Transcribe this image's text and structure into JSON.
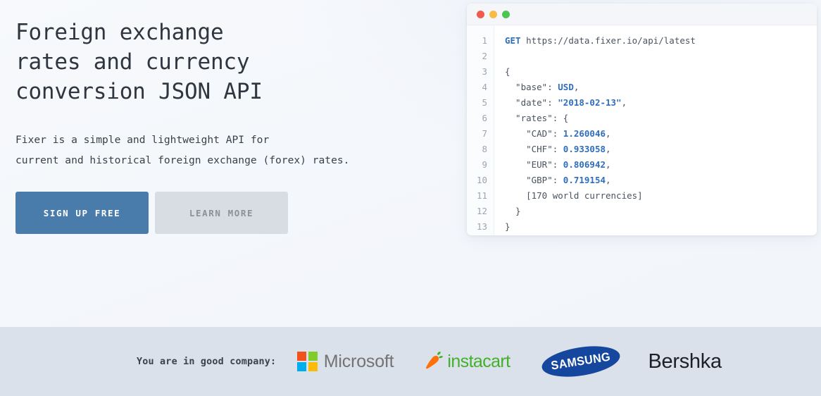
{
  "hero": {
    "headline_lines": [
      "Foreign exchange",
      "rates and currency",
      "conversion JSON API"
    ],
    "subhead_lines": [
      "Fixer is a simple and lightweight API for",
      "current and historical foreign exchange (forex) rates."
    ],
    "primary_cta": "SIGN UP FREE",
    "secondary_cta": "LEARN MORE",
    "colors": {
      "background": "#f4f7fb",
      "headline": "#2f3640",
      "primary_button": "#4a7cab",
      "secondary_button": "#d8dde4",
      "secondary_button_text": "#8b919b"
    }
  },
  "code_window": {
    "traffic_lights": [
      {
        "name": "close",
        "color": "#f05a4f"
      },
      {
        "name": "minimize",
        "color": "#f7bd43"
      },
      {
        "name": "maximize",
        "color": "#4cc552"
      }
    ],
    "line_numbers": [
      "1",
      "2",
      "3",
      "4",
      "5",
      "6",
      "7",
      "8",
      "9",
      "10",
      "11",
      "12",
      "13"
    ],
    "request": {
      "method": "GET",
      "url": "https://data.fixer.io/api/latest"
    },
    "response_lines": [
      {
        "text": "{",
        "indent": 0
      },
      {
        "key": "\"base\": ",
        "value": "USD",
        "suffix": ",",
        "indent": 1
      },
      {
        "key": "\"date\": ",
        "value": "\"2018-02-13\"",
        "suffix": ",",
        "indent": 1
      },
      {
        "key": "\"rates\": {",
        "value": "",
        "suffix": "",
        "indent": 1
      },
      {
        "key": "\"CAD\": ",
        "value": "1.260046",
        "suffix": ",",
        "indent": 2
      },
      {
        "key": "\"CHF\": ",
        "value": "0.933058",
        "suffix": ",",
        "indent": 2
      },
      {
        "key": "\"EUR\": ",
        "value": "0.806942",
        "suffix": ",",
        "indent": 2
      },
      {
        "key": "\"GBP\": ",
        "value": "0.719154",
        "suffix": ",",
        "indent": 2
      },
      {
        "key": "[170 world currencies]",
        "value": "",
        "suffix": "",
        "indent": 2
      },
      {
        "text": "}",
        "indent": 1
      },
      {
        "text": "}",
        "indent": 0
      }
    ],
    "colors": {
      "method": "#2f6ebb",
      "value": "#2f6ebb",
      "text": "#434c59",
      "gutter_text": "#9aa6b6",
      "titlebar": "#f4f6f9"
    }
  },
  "footer": {
    "tagline": "You are in good company:",
    "background": "#dbe1ea",
    "logos": [
      {
        "name": "microsoft",
        "label": "Microsoft",
        "colors": [
          "#f1511b",
          "#80cc28",
          "#00adef",
          "#fbbc09"
        ],
        "word_color": "#737373"
      },
      {
        "name": "instacart",
        "label": "instacart",
        "word_color": "#43b02a",
        "mark_color": "#ff7009"
      },
      {
        "name": "samsung",
        "label": "SAMSUNG",
        "word_color": "#ffffff",
        "mark_color": "#16479e"
      },
      {
        "name": "bershka",
        "label": "Bershka",
        "word_color": "#1d2026"
      }
    ]
  }
}
